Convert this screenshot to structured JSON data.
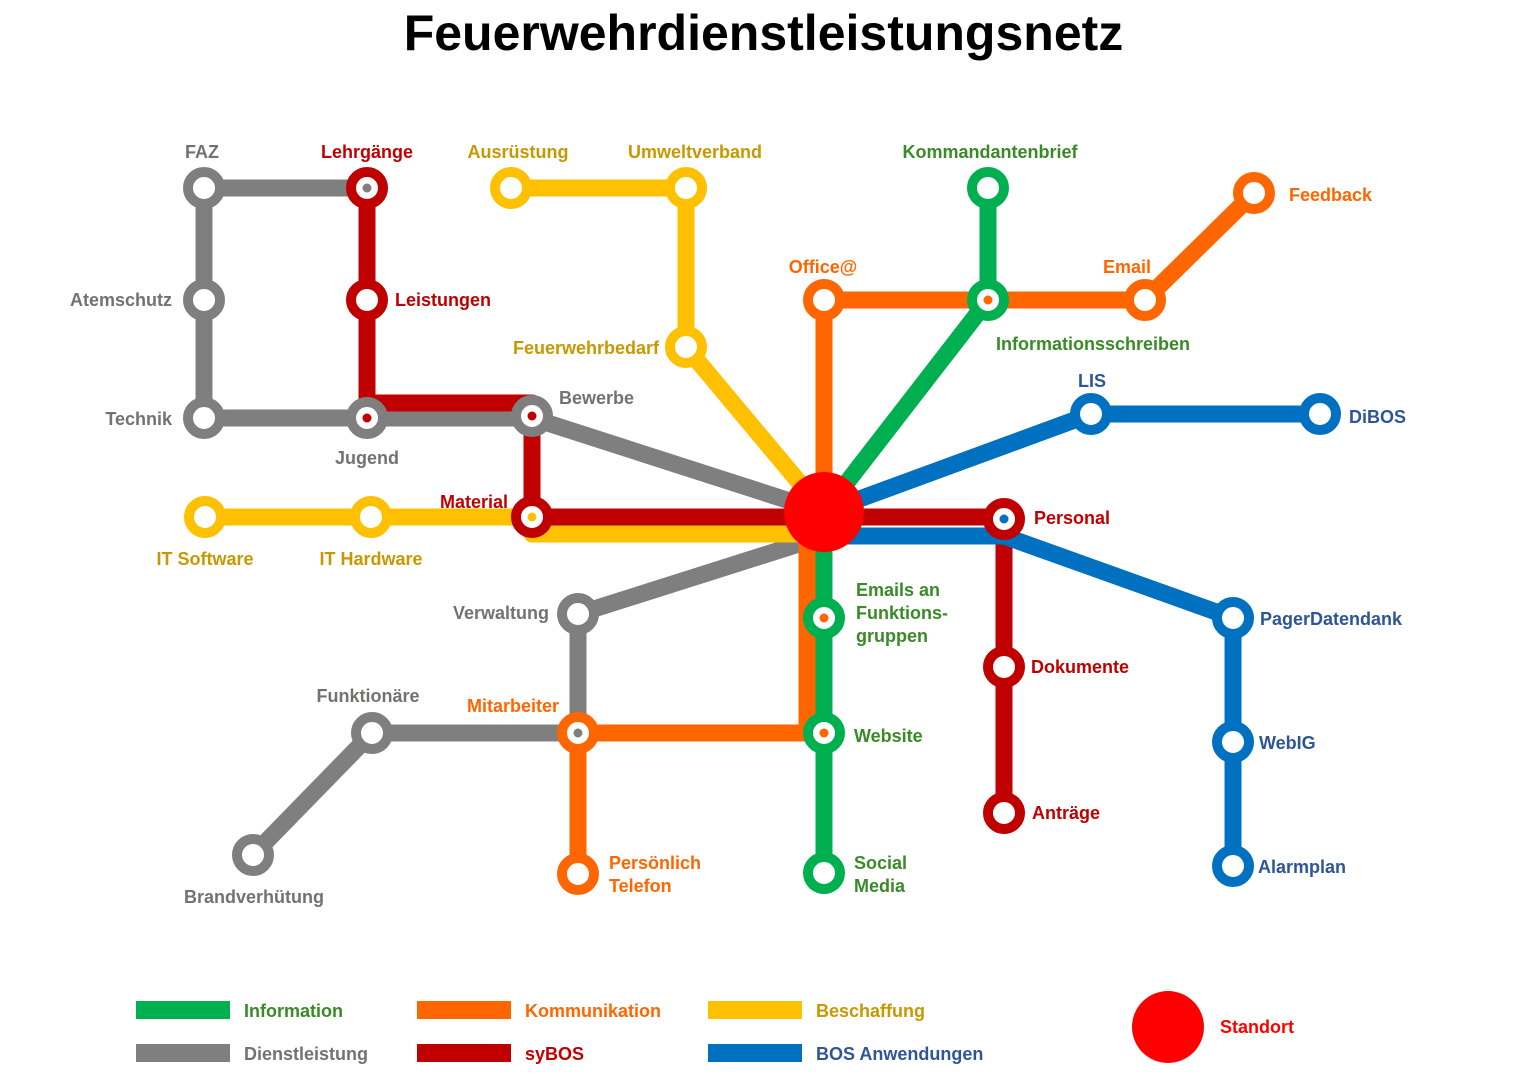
{
  "title": "Feuerwehrdienstleistungsnetz",
  "colors": {
    "Information": "#00B050",
    "Kommunikation": "#FF6600",
    "Beschaffung": "#FFC000",
    "Dienstleistung": "#7F7F7F",
    "syBOS": "#C00000",
    "BOS Anwendungen": "#0070C0",
    "Standort": "#FF0000"
  },
  "label_colors": {
    "Information": "#3A8A28",
    "Kommunikation": "#FF6600",
    "Beschaffung": "#C89800",
    "Dienstleistung": "#767171",
    "syBOS": "#C00000",
    "BOS Anwendungen": "#2E5597",
    "Standort": "#FF0000"
  },
  "hub": {
    "name": "Standort"
  },
  "stations": [
    {
      "id": "faz",
      "label": "FAZ",
      "line": "Dienstleistung"
    },
    {
      "id": "lehrgaenge",
      "label": "Lehrgänge",
      "line": "syBOS"
    },
    {
      "id": "atemschutz",
      "label": "Atemschutz",
      "line": "Dienstleistung"
    },
    {
      "id": "leistungen",
      "label": "Leistungen",
      "line": "syBOS"
    },
    {
      "id": "technik",
      "label": "Technik",
      "line": "Dienstleistung"
    },
    {
      "id": "jugend",
      "label": "Jugend",
      "line": "Dienstleistung"
    },
    {
      "id": "bewerbe",
      "label": "Bewerbe",
      "line": "Dienstleistung"
    },
    {
      "id": "material",
      "label": "Material",
      "line": "syBOS"
    },
    {
      "id": "it-software",
      "label": "IT Software",
      "line": "Beschaffung"
    },
    {
      "id": "it-hardware",
      "label": "IT Hardware",
      "line": "Beschaffung"
    },
    {
      "id": "ausruestung",
      "label": "Ausrüstung",
      "line": "Beschaffung"
    },
    {
      "id": "umweltverband",
      "label": "Umweltverband",
      "line": "Beschaffung"
    },
    {
      "id": "feuerwehrbedarf",
      "label": "Feuerwehrbedarf",
      "line": "Beschaffung"
    },
    {
      "id": "kommandantenbrief",
      "label": "Kommandantenbrief",
      "line": "Information"
    },
    {
      "id": "informationsschreiben",
      "label": "Informationsschreiben",
      "line": "Information"
    },
    {
      "id": "office",
      "label": "Office@",
      "line": "Kommunikation"
    },
    {
      "id": "email",
      "label": "Email",
      "line": "Kommunikation"
    },
    {
      "id": "feedback",
      "label": "Feedback",
      "line": "Kommunikation"
    },
    {
      "id": "lis",
      "label": "LIS",
      "line": "BOS Anwendungen"
    },
    {
      "id": "dibos",
      "label": "DiBOS",
      "line": "BOS Anwendungen"
    },
    {
      "id": "personal",
      "label": "Personal",
      "line": "syBOS"
    },
    {
      "id": "dokumente",
      "label": "Dokumente",
      "line": "syBOS"
    },
    {
      "id": "antraege",
      "label": "Anträge",
      "line": "syBOS"
    },
    {
      "id": "pagerdatendank",
      "label": "PagerDatendank",
      "line": "BOS Anwendungen"
    },
    {
      "id": "webig",
      "label": "WebIG",
      "line": "BOS Anwendungen"
    },
    {
      "id": "alarmplan",
      "label": "Alarmplan",
      "line": "BOS Anwendungen"
    },
    {
      "id": "emails-funktionsgruppen",
      "label": [
        "Emails an",
        "Funktions-",
        "gruppen"
      ],
      "line": "Information"
    },
    {
      "id": "website",
      "label": "Website",
      "line": "Information"
    },
    {
      "id": "social-media",
      "label": [
        "Social",
        "Media"
      ],
      "line": "Information"
    },
    {
      "id": "verwaltung",
      "label": "Verwaltung",
      "line": "Dienstleistung"
    },
    {
      "id": "funktionaere",
      "label": "Funktionäre",
      "line": "Dienstleistung"
    },
    {
      "id": "mitarbeiter",
      "label": "Mitarbeiter",
      "line": "Kommunikation"
    },
    {
      "id": "brandverhuetung",
      "label": "Brandverhütung",
      "line": "Dienstleistung"
    },
    {
      "id": "persoenlich-telefon",
      "label": [
        "Persönlich",
        "Telefon"
      ],
      "line": "Kommunikation"
    }
  ],
  "legend": [
    {
      "name": "Information",
      "kind": "line"
    },
    {
      "name": "Kommunikation",
      "kind": "line"
    },
    {
      "name": "Beschaffung",
      "kind": "line"
    },
    {
      "name": "Dienstleistung",
      "kind": "line"
    },
    {
      "name": "syBOS",
      "kind": "line"
    },
    {
      "name": "BOS Anwendungen",
      "kind": "line"
    },
    {
      "name": "Standort",
      "kind": "dot"
    }
  ]
}
